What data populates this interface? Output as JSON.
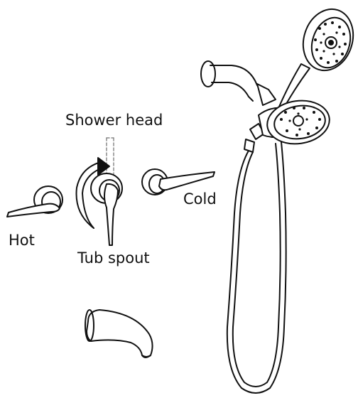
{
  "labels": {
    "shower_head": "Shower head",
    "cold": "Cold",
    "hot": "Hot",
    "tub_spout": "Tub spout"
  },
  "colors": {
    "stroke": "#111111",
    "background": "#ffffff",
    "dashed": "#888888"
  },
  "icons": [
    "hot-handle-icon",
    "cold-handle-icon",
    "diverter-handle-icon",
    "rotation-arrow-icon",
    "tub-spout-icon",
    "shower-arm-icon",
    "handheld-shower-icon",
    "fixed-shower-head-icon",
    "shower-hose-icon"
  ]
}
